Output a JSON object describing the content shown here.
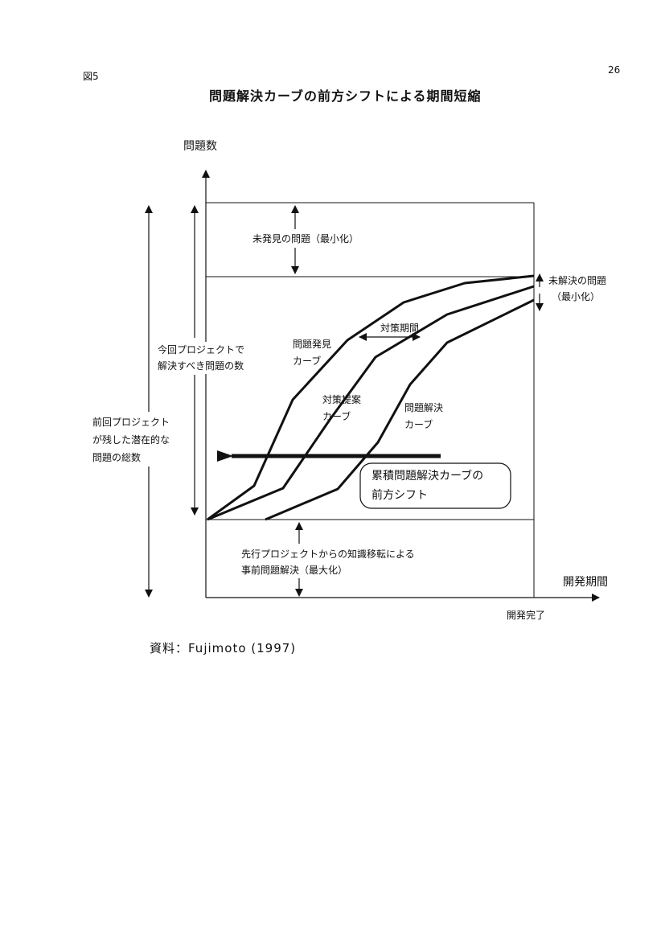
{
  "page": {
    "figure_label": "図5",
    "page_number": "26",
    "title": "問題解決カーブの前方シフトによる期間短縮",
    "source": "資料：Fujimoto (1997)"
  },
  "diagram": {
    "y_axis_label": "問題数",
    "x_axis_label": "開発期間",
    "x_end_label": "開発完了",
    "undiscovered": "未発見の問題（最小化）",
    "unsolved_line1": "未解決の問題",
    "unsolved_line2": "（最小化）",
    "countermeasure_period": "対策期間",
    "discovery_curve_line1": "問題発見",
    "discovery_curve_line2": "カーブ",
    "proposal_curve_line1": "対策提案",
    "proposal_curve_line2": "カーブ",
    "solving_curve_line1": "問題解決",
    "solving_curve_line2": "カーブ",
    "this_project_line1": "今回プロジェクトで",
    "this_project_line2": "解決すべき問題の数",
    "prev_project_line1": "前回プロジェクト",
    "prev_project_line2": "が残した潜在的な",
    "prev_project_line3": "問題の総数",
    "shift_box_line1": "累積問題解決カーブの",
    "shift_box_line2": "前方シフト",
    "transfer_line1": "先行プロジェクトからの知識移転による",
    "transfer_line2": "事前問題解決（最大化）"
  }
}
